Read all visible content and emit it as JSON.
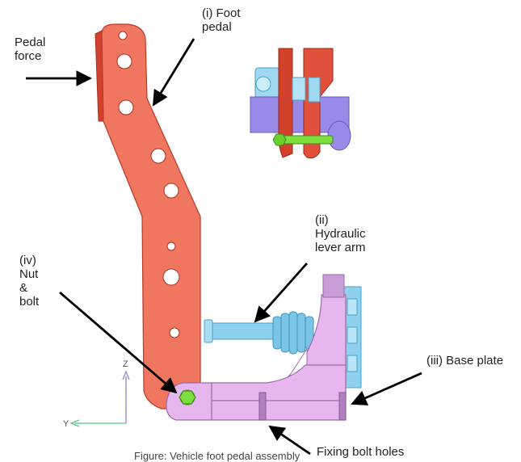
{
  "labels": {
    "pedal_force": "Pedal\nforce",
    "foot_pedal": "(i) Foot\npedal",
    "hydraulic_lever_arm": "(ii)\nHydraulic\nlever arm",
    "nut_bolt": "(iv)\nNut\n&\nbolt",
    "base_plate": "(iii) Base plate",
    "fixing_bolt_holes": "Fixing bolt holes"
  },
  "axes": {
    "z": "Z",
    "y": "Y"
  },
  "caption": "Figure: Vehicle foot pedal assembly",
  "colors": {
    "pedal": "#f0765f",
    "pedal_dark": "#d2412c",
    "base_plate": "#e7b6ef",
    "base_plate_dark": "#b07fc0",
    "hydraulic": "#8fd0ec",
    "hydraulic_dark": "#4aa0c8",
    "bolt": "#7dde3c",
    "arrow": "#000000"
  }
}
